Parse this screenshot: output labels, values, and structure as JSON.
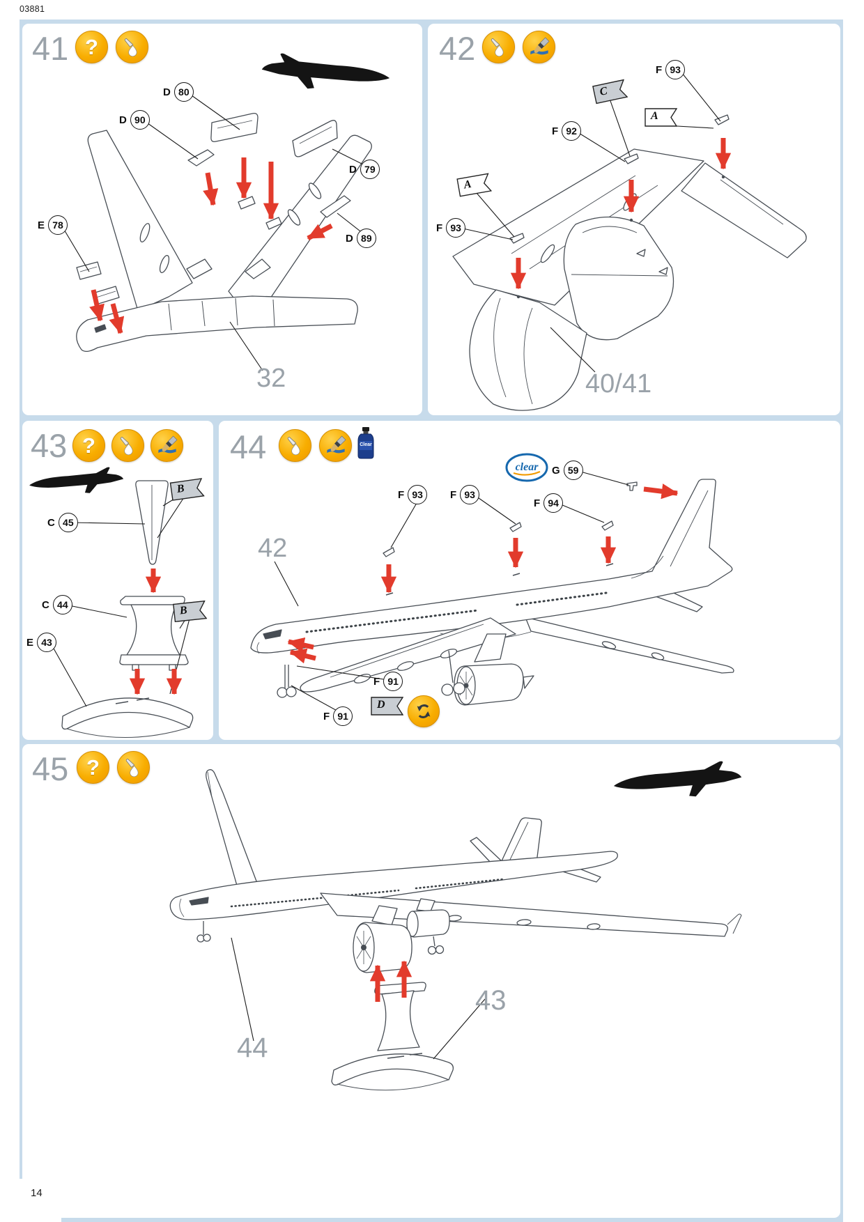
{
  "page": {
    "code": "03881",
    "number": "14"
  },
  "glyphs": {
    "question": "?"
  },
  "colors": {
    "background_blue": "#c7dbeb",
    "icon_orange": "#f8ad00",
    "arrow_red": "#e23b2c",
    "label_gray": "#9aa2a9",
    "clear_logo_blue": "#1668ae"
  },
  "panels": [
    {
      "step": "41",
      "icons": [
        "question-icon",
        "glue-icon"
      ],
      "callouts": [
        {
          "prefix": "D",
          "number": "80"
        },
        {
          "prefix": "D",
          "number": "90"
        },
        {
          "prefix": "D",
          "number": "79"
        },
        {
          "prefix": "D",
          "number": "89"
        },
        {
          "prefix": "E",
          "number": "78"
        }
      ],
      "ref_labels": [
        "32"
      ]
    },
    {
      "step": "42",
      "icons": [
        "glue-icon",
        "paint-icon"
      ],
      "callouts": [
        {
          "prefix": "F",
          "number": "93"
        },
        {
          "prefix": "F",
          "number": "92"
        },
        {
          "prefix": "F",
          "number": "93"
        }
      ],
      "flags": [
        {
          "letter": "C",
          "style": "gray"
        },
        {
          "letter": "A",
          "style": "white"
        },
        {
          "letter": "A",
          "style": "white"
        }
      ],
      "ref_labels": [
        "40/41"
      ]
    },
    {
      "step": "43",
      "icons": [
        "question-icon",
        "glue-icon",
        "paint-icon"
      ],
      "callouts": [
        {
          "prefix": "C",
          "number": "45"
        },
        {
          "prefix": "C",
          "number": "44"
        },
        {
          "prefix": "E",
          "number": "43"
        }
      ],
      "flags": [
        {
          "letter": "B",
          "style": "gray"
        },
        {
          "letter": "B",
          "style": "gray"
        }
      ]
    },
    {
      "step": "44",
      "icons": [
        "glue-icon",
        "paint-icon",
        "clear-bottle-icon",
        "rotate-icon"
      ],
      "paint_bottle": {
        "label": "Clear"
      },
      "clear_logo": {
        "label": "clear"
      },
      "callouts": [
        {
          "prefix": "F",
          "number": "93"
        },
        {
          "prefix": "F",
          "number": "93"
        },
        {
          "prefix": "F",
          "number": "94"
        },
        {
          "prefix": "G",
          "number": "59"
        },
        {
          "prefix": "F",
          "number": "91"
        },
        {
          "prefix": "F",
          "number": "91"
        }
      ],
      "flags": [
        {
          "letter": "D",
          "style": "gray"
        }
      ],
      "ref_labels": [
        "42"
      ]
    },
    {
      "step": "45",
      "icons": [
        "question-icon",
        "glue-icon"
      ],
      "ref_labels": [
        "44",
        "43"
      ]
    }
  ]
}
